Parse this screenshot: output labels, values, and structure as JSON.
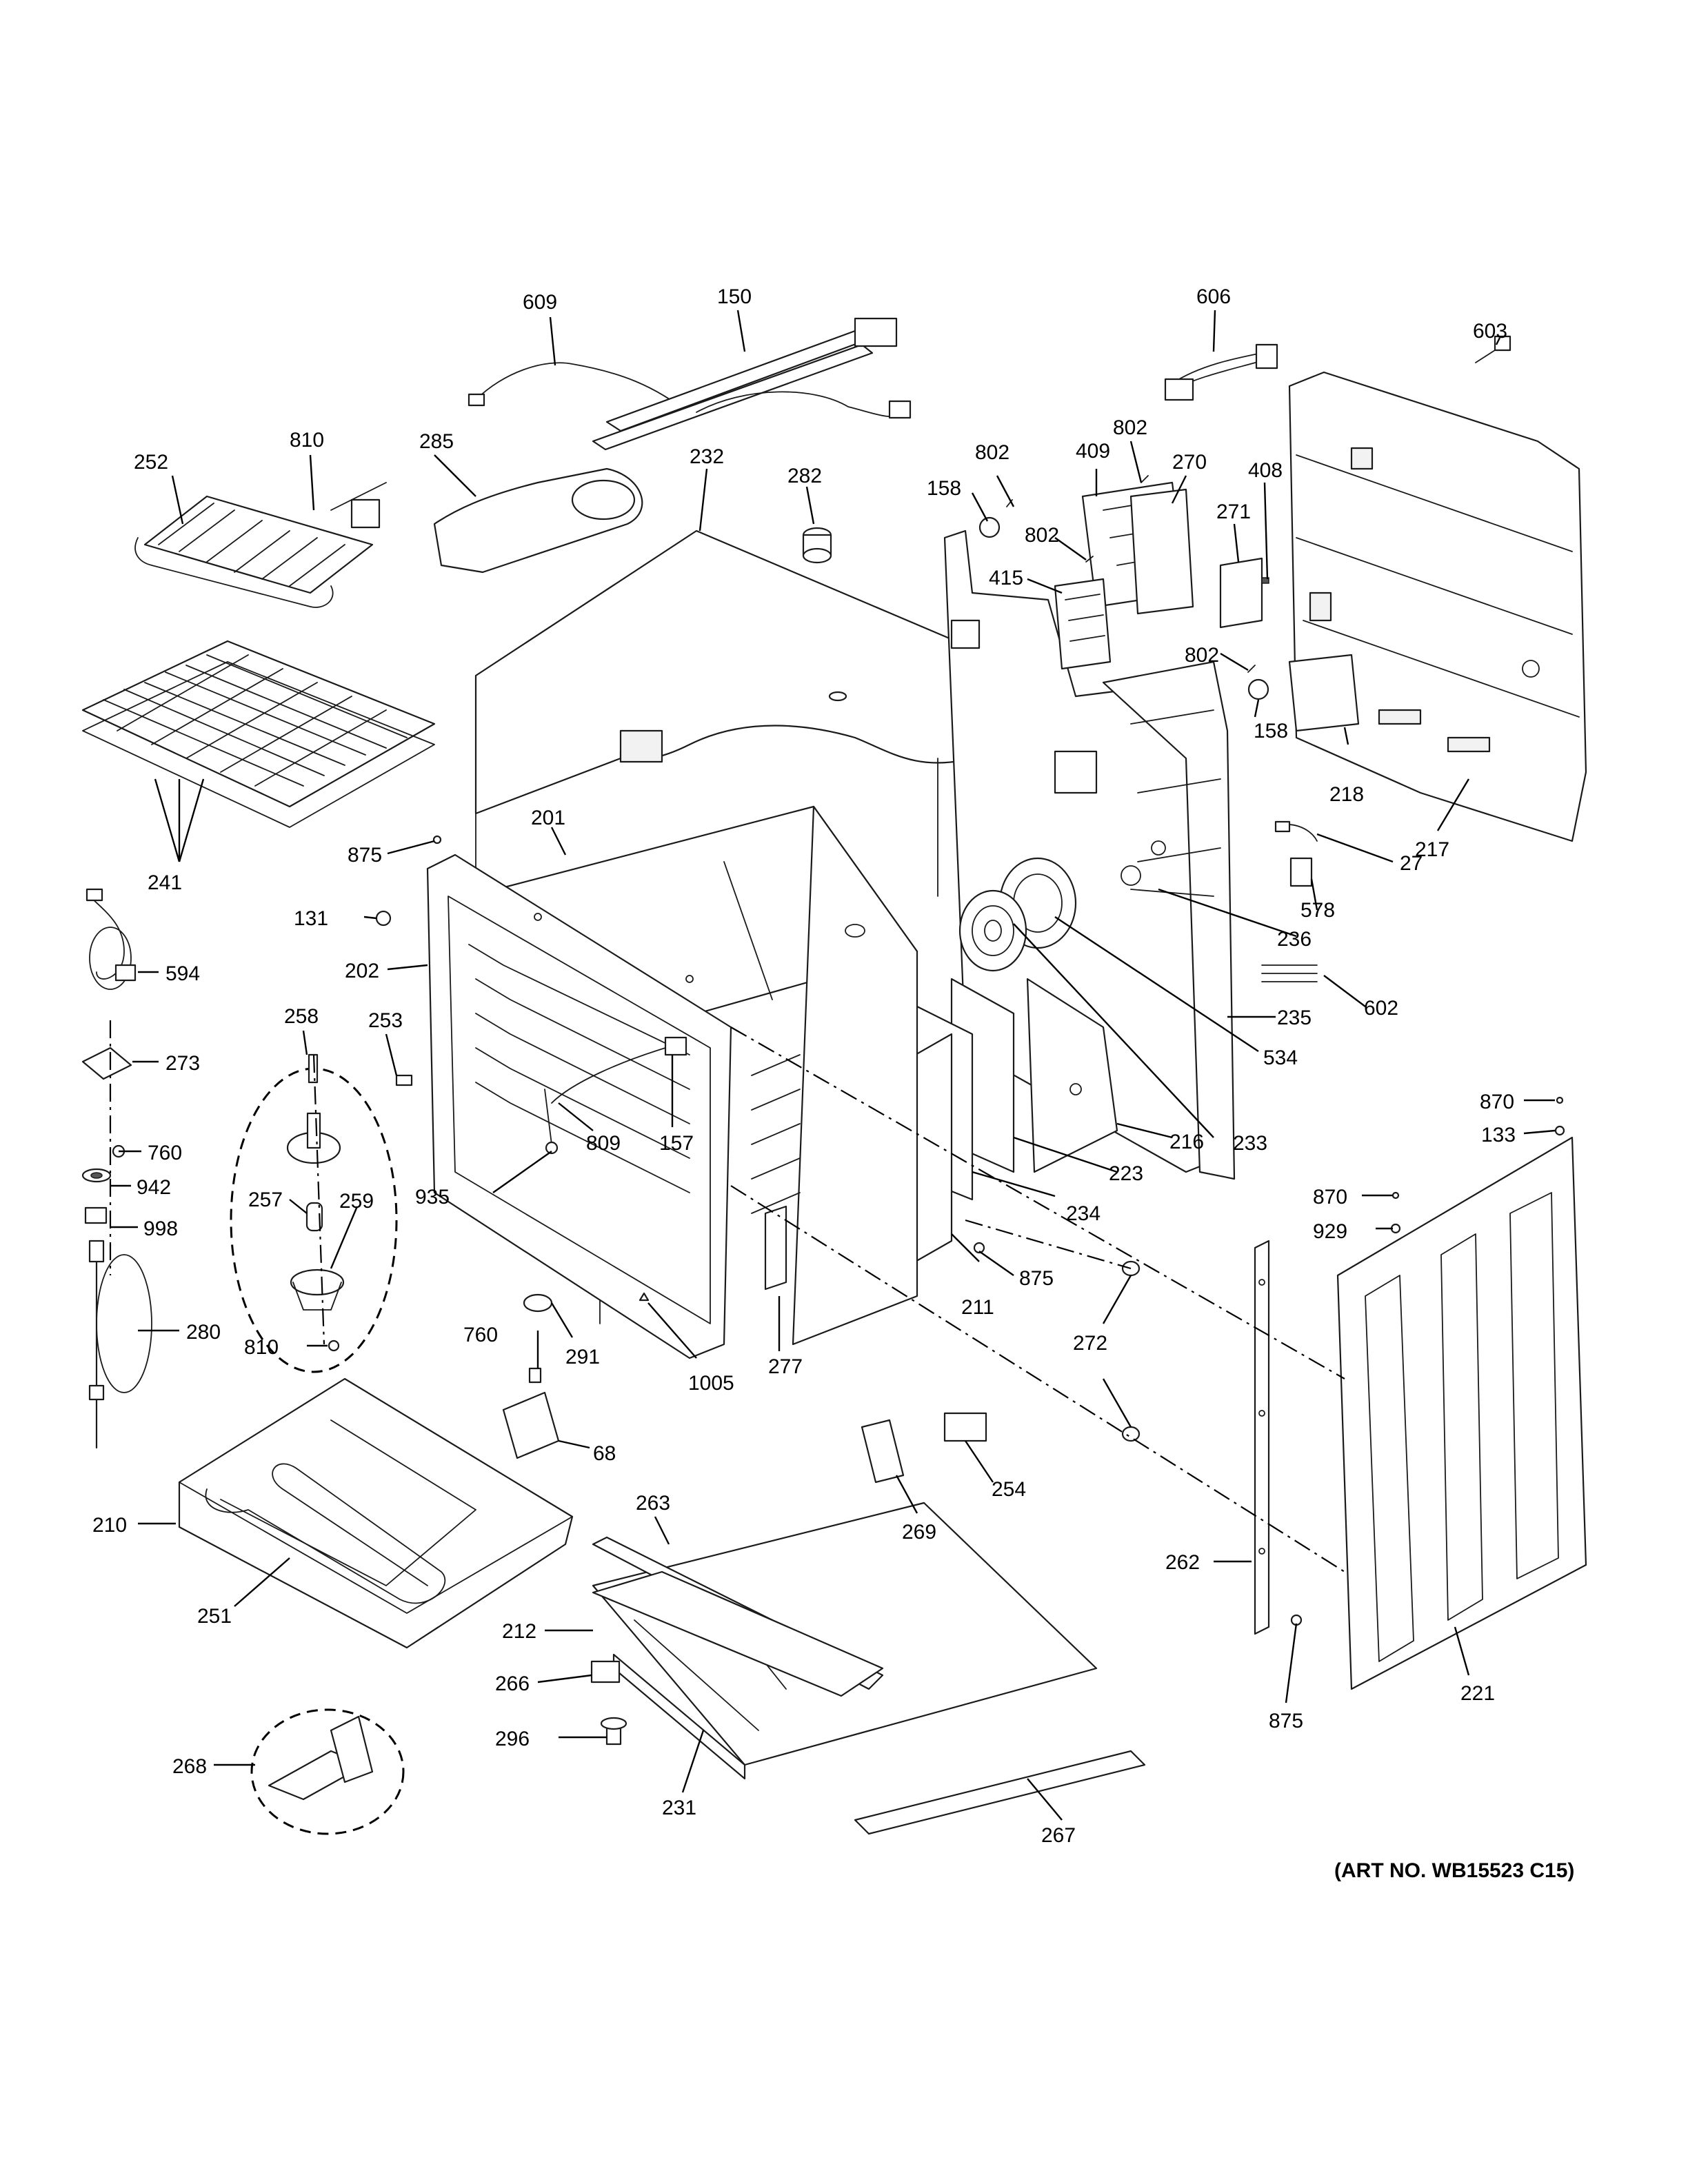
{
  "art_number": "(ART NO. WB15523 C15)",
  "callouts": {
    "c609": "609",
    "c150": "150",
    "c606": "606",
    "c603": "603",
    "c252": "252",
    "c810a": "810",
    "c285": "285",
    "c232": "232",
    "c282": "282",
    "c802a": "802",
    "c802b": "802",
    "c409": "409",
    "c270": "270",
    "c158a": "158",
    "c408": "408",
    "c271": "271",
    "c802c": "802",
    "c415": "415",
    "c802d": "802",
    "c158b": "158",
    "c218": "218",
    "c217": "217",
    "c241": "241",
    "c201": "201",
    "c875a": "875",
    "c27": "27",
    "c578": "578",
    "c236": "236",
    "c131": "131",
    "c202": "202",
    "c602": "602",
    "c594": "594",
    "c235": "235",
    "c534": "534",
    "c258": "258",
    "c253": "253",
    "c273": "273",
    "c216": "216",
    "c233": "233",
    "c870a": "870",
    "c133": "133",
    "c809": "809",
    "c157": "157",
    "c223": "223",
    "c760a": "760",
    "c942": "942",
    "c257": "257",
    "c259": "259",
    "c935": "935",
    "c234": "234",
    "c870b": "870",
    "c998": "998",
    "c929": "929",
    "c211": "211",
    "c875b": "875",
    "c280": "280",
    "c760b": "760",
    "c291": "291",
    "c272": "272",
    "c277": "277",
    "c1005": "1005",
    "c810b": "810",
    "c68": "68",
    "c254": "254",
    "c210": "210",
    "c263": "263",
    "c269": "269",
    "c262": "262",
    "c251": "251",
    "c212": "212",
    "c221": "221",
    "c266": "266",
    "c875c": "875",
    "c296": "296",
    "c268": "268",
    "c231": "231",
    "c267": "267"
  }
}
